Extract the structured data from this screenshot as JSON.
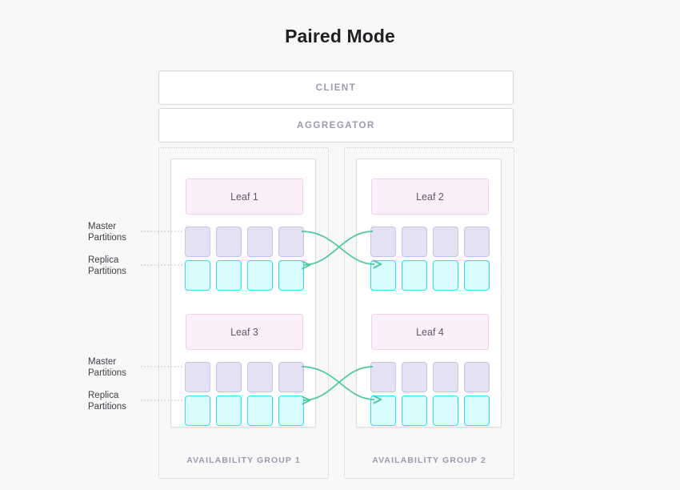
{
  "title": "Paired Mode",
  "colors": {
    "background": "#f8f8f9",
    "title_text": "#1f2023",
    "bar_fill": "#ffffff",
    "bar_border": "#d6d7dc",
    "bar_text": "#9b9bb0",
    "group_border": "#c9cad2",
    "card_fill": "#ffffff",
    "card_border": "#dcdde2",
    "leaf_fill": "#fbeffa",
    "leaf_border": "#f6cfee",
    "leaf_text": "#5a5a62",
    "master_fill": "#e4e1f2",
    "master_border": "#c9c2e6",
    "replica_fill": "#d9fdff",
    "replica_border": "#22e4f5",
    "arrow_green": "#4ec79c",
    "leader_line": "#b9bac4",
    "side_label_text": "#3f4046"
  },
  "stack": [
    {
      "label": "CLIENT"
    },
    {
      "label": "AGGREGATOR"
    }
  ],
  "side_labels": [
    {
      "line1": "Master",
      "line2": "Partitions"
    },
    {
      "line1": "Replica",
      "line2": "Partitions"
    },
    {
      "line1": "Master",
      "line2": "Partitions"
    },
    {
      "line1": "Replica",
      "line2": "Partitions"
    }
  ],
  "groups": [
    {
      "label": "AVAILABILITY GROUP 1",
      "leaves": [
        {
          "name": "Leaf 1",
          "master_count": 4,
          "replica_count": 4
        },
        {
          "name": "Leaf 3",
          "master_count": 4,
          "replica_count": 4
        }
      ]
    },
    {
      "label": "AVAILABILITY GROUP 2",
      "leaves": [
        {
          "name": "Leaf 2",
          "master_count": 4,
          "replica_count": 4
        },
        {
          "name": "Leaf 4",
          "master_count": 4,
          "replica_count": 4
        }
      ]
    }
  ],
  "replication_links": [
    {
      "from": "Leaf 1 master",
      "to": "Leaf 2 replica",
      "direction": "right"
    },
    {
      "from": "Leaf 2 master",
      "to": "Leaf 1 replica",
      "direction": "left"
    },
    {
      "from": "Leaf 3 master",
      "to": "Leaf 4 replica",
      "direction": "right"
    },
    {
      "from": "Leaf 4 master",
      "to": "Leaf 3 replica",
      "direction": "left"
    }
  ]
}
